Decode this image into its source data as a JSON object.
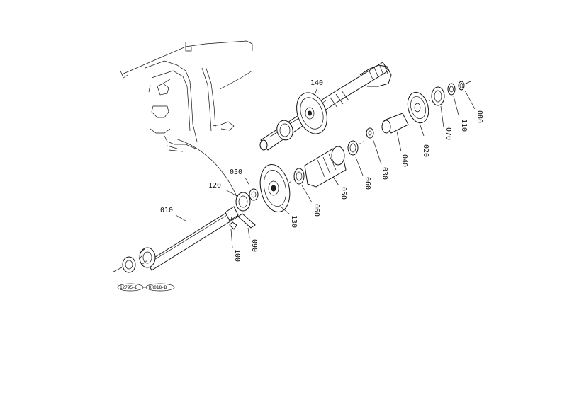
{
  "parts": [
    {
      "id": "p010",
      "label": "010"
    },
    {
      "id": "p020",
      "label": "020"
    },
    {
      "id": "p030a",
      "label": "030"
    },
    {
      "id": "p030b",
      "label": "030"
    },
    {
      "id": "p040",
      "label": "040"
    },
    {
      "id": "p050",
      "label": "050"
    },
    {
      "id": "p060a",
      "label": "060"
    },
    {
      "id": "p060b",
      "label": "060"
    },
    {
      "id": "p070",
      "label": "070"
    },
    {
      "id": "p080",
      "label": "080"
    },
    {
      "id": "p090",
      "label": "090"
    },
    {
      "id": "p100",
      "label": "100"
    },
    {
      "id": "p110",
      "label": "110"
    },
    {
      "id": "p120",
      "label": "120"
    },
    {
      "id": "p130",
      "label": "130"
    },
    {
      "id": "p140",
      "label": "140"
    }
  ],
  "references": [
    {
      "id": "ref1",
      "label": "12795-B"
    },
    {
      "id": "ref2",
      "label": "KR018-B"
    }
  ]
}
